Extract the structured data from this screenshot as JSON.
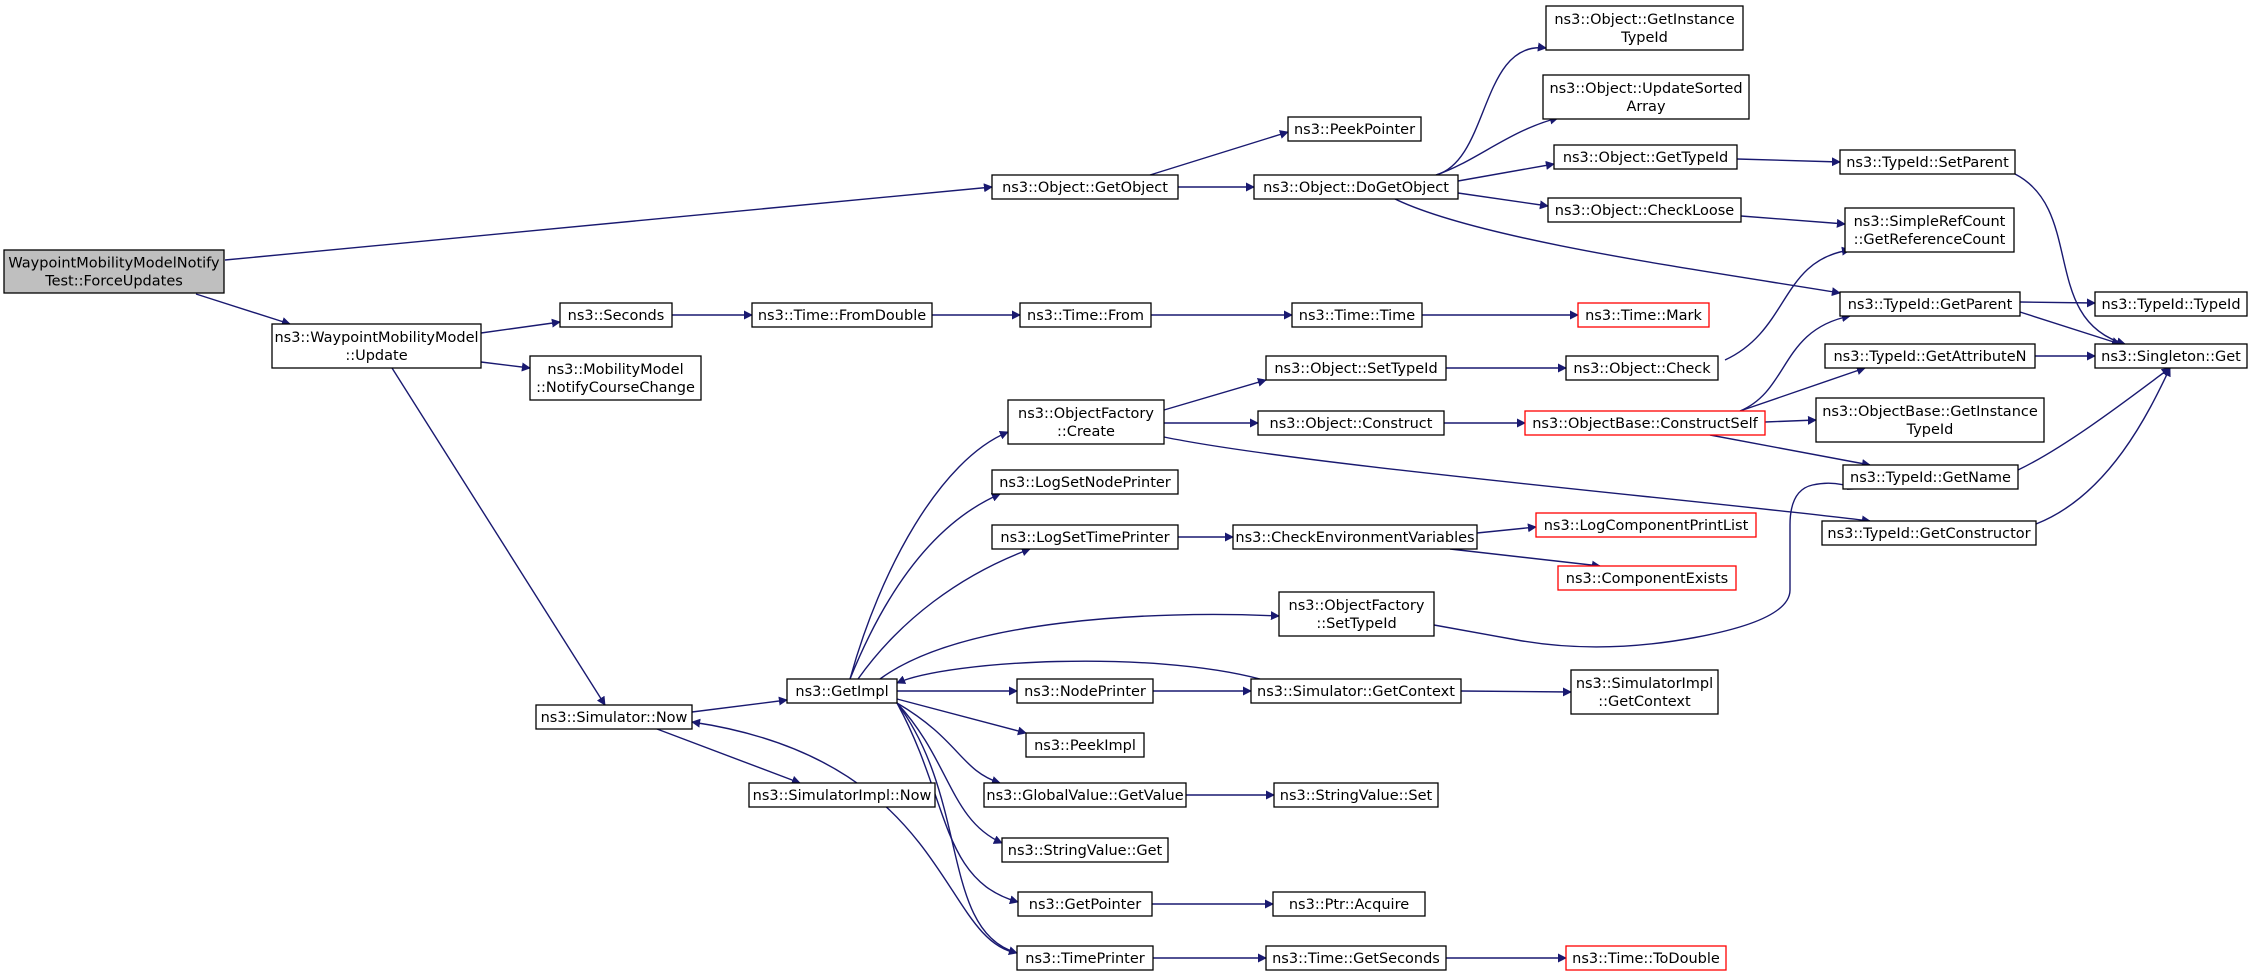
{
  "colors": {
    "edge": "#191970",
    "border": "#000000",
    "truncated_border": "#ff0000",
    "root_fill": "#bfbfbf",
    "node_fill": "#ffffff"
  },
  "nodes": [
    {
      "id": "root",
      "lines": [
        "WaypointMobilityModelNotify",
        "Test::ForceUpdates"
      ],
      "kind": "root"
    },
    {
      "id": "getObject",
      "lines": [
        "ns3::Object::GetObject"
      ]
    },
    {
      "id": "wmmUpdate",
      "lines": [
        "ns3::WaypointMobilityModel",
        "::Update"
      ]
    },
    {
      "id": "peekPointer",
      "lines": [
        "ns3::PeekPointer"
      ]
    },
    {
      "id": "doGetObject",
      "lines": [
        "ns3::Object::DoGetObject"
      ]
    },
    {
      "id": "getInstanceTypeId",
      "lines": [
        "ns3::Object::GetInstance",
        "TypeId"
      ]
    },
    {
      "id": "updateSortedArray",
      "lines": [
        "ns3::Object::UpdateSorted",
        "Array"
      ]
    },
    {
      "id": "objGetTypeId",
      "lines": [
        "ns3::Object::GetTypeId"
      ]
    },
    {
      "id": "typeIdSetParent",
      "lines": [
        "ns3::TypeId::SetParent"
      ]
    },
    {
      "id": "checkLoose",
      "lines": [
        "ns3::Object::CheckLoose"
      ]
    },
    {
      "id": "getRefCount",
      "lines": [
        "ns3::SimpleRefCount",
        "::GetReferenceCount"
      ]
    },
    {
      "id": "typeIdGetParent",
      "lines": [
        "ns3::TypeId::GetParent"
      ]
    },
    {
      "id": "typeIdTypeId",
      "lines": [
        "ns3::TypeId::TypeId"
      ]
    },
    {
      "id": "singletonGet",
      "lines": [
        "ns3::Singleton::Get"
      ]
    },
    {
      "id": "seconds",
      "lines": [
        "ns3::Seconds"
      ]
    },
    {
      "id": "fromDouble",
      "lines": [
        "ns3::Time::FromDouble"
      ]
    },
    {
      "id": "timeFrom",
      "lines": [
        "ns3::Time::From"
      ]
    },
    {
      "id": "timeTime",
      "lines": [
        "ns3::Time::Time"
      ]
    },
    {
      "id": "timeMark",
      "lines": [
        "ns3::Time::Mark"
      ],
      "kind": "truncated"
    },
    {
      "id": "notifyCourseChange",
      "lines": [
        "ns3::MobilityModel",
        "::NotifyCourseChange"
      ]
    },
    {
      "id": "objSetTypeId",
      "lines": [
        "ns3::Object::SetTypeId"
      ]
    },
    {
      "id": "objCheck",
      "lines": [
        "ns3::Object::Check"
      ]
    },
    {
      "id": "getAttributeN",
      "lines": [
        "ns3::TypeId::GetAttributeN"
      ]
    },
    {
      "id": "ofCreate",
      "lines": [
        "ns3::ObjectFactory",
        "::Create"
      ]
    },
    {
      "id": "objConstruct",
      "lines": [
        "ns3::Object::Construct"
      ]
    },
    {
      "id": "constructSelf",
      "lines": [
        "ns3::ObjectBase::ConstructSelf"
      ],
      "kind": "truncated"
    },
    {
      "id": "obGetInstanceTypeId",
      "lines": [
        "ns3::ObjectBase::GetInstance",
        "TypeId"
      ]
    },
    {
      "id": "logSetNodePrinter",
      "lines": [
        "ns3::LogSetNodePrinter"
      ]
    },
    {
      "id": "typeIdGetName",
      "lines": [
        "ns3::TypeId::GetName"
      ]
    },
    {
      "id": "getConstructor",
      "lines": [
        "ns3::TypeId::GetConstructor"
      ]
    },
    {
      "id": "logSetTimePrinter",
      "lines": [
        "ns3::LogSetTimePrinter"
      ]
    },
    {
      "id": "checkEnvVars",
      "lines": [
        "ns3::CheckEnvironmentVariables"
      ]
    },
    {
      "id": "logComponentPrintList",
      "lines": [
        "ns3::LogComponentPrintList"
      ],
      "kind": "truncated"
    },
    {
      "id": "componentExists",
      "lines": [
        "ns3::ComponentExists"
      ],
      "kind": "truncated"
    },
    {
      "id": "ofSetTypeId",
      "lines": [
        "ns3::ObjectFactory",
        "::SetTypeId"
      ]
    },
    {
      "id": "simNow",
      "lines": [
        "ns3::Simulator::Now"
      ]
    },
    {
      "id": "getImpl",
      "lines": [
        "ns3::GetImpl"
      ]
    },
    {
      "id": "nodePrinter",
      "lines": [
        "ns3::NodePrinter"
      ]
    },
    {
      "id": "simGetContext",
      "lines": [
        "ns3::Simulator::GetContext"
      ]
    },
    {
      "id": "simImplGetContext",
      "lines": [
        "ns3::SimulatorImpl",
        "::GetContext"
      ]
    },
    {
      "id": "peekImpl",
      "lines": [
        "ns3::PeekImpl"
      ]
    },
    {
      "id": "simImplNow",
      "lines": [
        "ns3::SimulatorImpl::Now"
      ]
    },
    {
      "id": "gvGetValue",
      "lines": [
        "ns3::GlobalValue::GetValue"
      ]
    },
    {
      "id": "svSet",
      "lines": [
        "ns3::StringValue::Set"
      ]
    },
    {
      "id": "svGet",
      "lines": [
        "ns3::StringValue::Get"
      ]
    },
    {
      "id": "getPointer",
      "lines": [
        "ns3::GetPointer"
      ]
    },
    {
      "id": "ptrAcquire",
      "lines": [
        "ns3::Ptr::Acquire"
      ]
    },
    {
      "id": "timePrinter",
      "lines": [
        "ns3::TimePrinter"
      ]
    },
    {
      "id": "timeGetSeconds",
      "lines": [
        "ns3::Time::GetSeconds"
      ]
    },
    {
      "id": "timeToDouble",
      "lines": [
        "ns3::Time::ToDouble"
      ],
      "kind": "truncated"
    }
  ],
  "edges": [
    [
      "root",
      "getObject"
    ],
    [
      "root",
      "wmmUpdate"
    ],
    [
      "getObject",
      "peekPointer"
    ],
    [
      "getObject",
      "doGetObject"
    ],
    [
      "doGetObject",
      "getInstanceTypeId"
    ],
    [
      "doGetObject",
      "updateSortedArray"
    ],
    [
      "doGetObject",
      "objGetTypeId"
    ],
    [
      "doGetObject",
      "checkLoose"
    ],
    [
      "doGetObject",
      "typeIdGetParent"
    ],
    [
      "objGetTypeId",
      "typeIdSetParent"
    ],
    [
      "typeIdSetParent",
      "singletonGet"
    ],
    [
      "checkLoose",
      "getRefCount"
    ],
    [
      "typeIdGetParent",
      "typeIdTypeId"
    ],
    [
      "typeIdGetParent",
      "singletonGet"
    ],
    [
      "wmmUpdate",
      "seconds"
    ],
    [
      "wmmUpdate",
      "notifyCourseChange"
    ],
    [
      "wmmUpdate",
      "simNow"
    ],
    [
      "seconds",
      "fromDouble"
    ],
    [
      "fromDouble",
      "timeFrom"
    ],
    [
      "timeFrom",
      "timeTime"
    ],
    [
      "timeTime",
      "timeMark"
    ],
    [
      "ofCreate",
      "objSetTypeId"
    ],
    [
      "ofCreate",
      "objConstruct"
    ],
    [
      "ofCreate",
      "getConstructor"
    ],
    [
      "objSetTypeId",
      "objCheck"
    ],
    [
      "objCheck",
      "getRefCount"
    ],
    [
      "objConstruct",
      "constructSelf"
    ],
    [
      "constructSelf",
      "typeIdGetParent"
    ],
    [
      "constructSelf",
      "getAttributeN"
    ],
    [
      "constructSelf",
      "obGetInstanceTypeId"
    ],
    [
      "constructSelf",
      "typeIdGetName"
    ],
    [
      "getAttributeN",
      "singletonGet"
    ],
    [
      "typeIdGetName",
      "singletonGet"
    ],
    [
      "getConstructor",
      "singletonGet"
    ],
    [
      "logSetTimePrinter",
      "checkEnvVars"
    ],
    [
      "checkEnvVars",
      "logComponentPrintList"
    ],
    [
      "checkEnvVars",
      "componentExists"
    ],
    [
      "ofSetTypeId",
      "typeIdGetName"
    ],
    [
      "simNow",
      "getImpl"
    ],
    [
      "simNow",
      "simImplNow"
    ],
    [
      "getImpl",
      "ofCreate"
    ],
    [
      "getImpl",
      "logSetNodePrinter"
    ],
    [
      "getImpl",
      "logSetTimePrinter"
    ],
    [
      "getImpl",
      "ofSetTypeId"
    ],
    [
      "getImpl",
      "nodePrinter"
    ],
    [
      "getImpl",
      "peekImpl"
    ],
    [
      "getImpl",
      "gvGetValue"
    ],
    [
      "getImpl",
      "svGet"
    ],
    [
      "getImpl",
      "getPointer"
    ],
    [
      "getImpl",
      "timePrinter"
    ],
    [
      "nodePrinter",
      "simGetContext"
    ],
    [
      "simGetContext",
      "getImpl"
    ],
    [
      "simGetContext",
      "simImplGetContext"
    ],
    [
      "gvGetValue",
      "svSet"
    ],
    [
      "getPointer",
      "ptrAcquire"
    ],
    [
      "timePrinter",
      "simNow"
    ],
    [
      "timePrinter",
      "timeGetSeconds"
    ],
    [
      "timeGetSeconds",
      "timeToDouble"
    ]
  ]
}
